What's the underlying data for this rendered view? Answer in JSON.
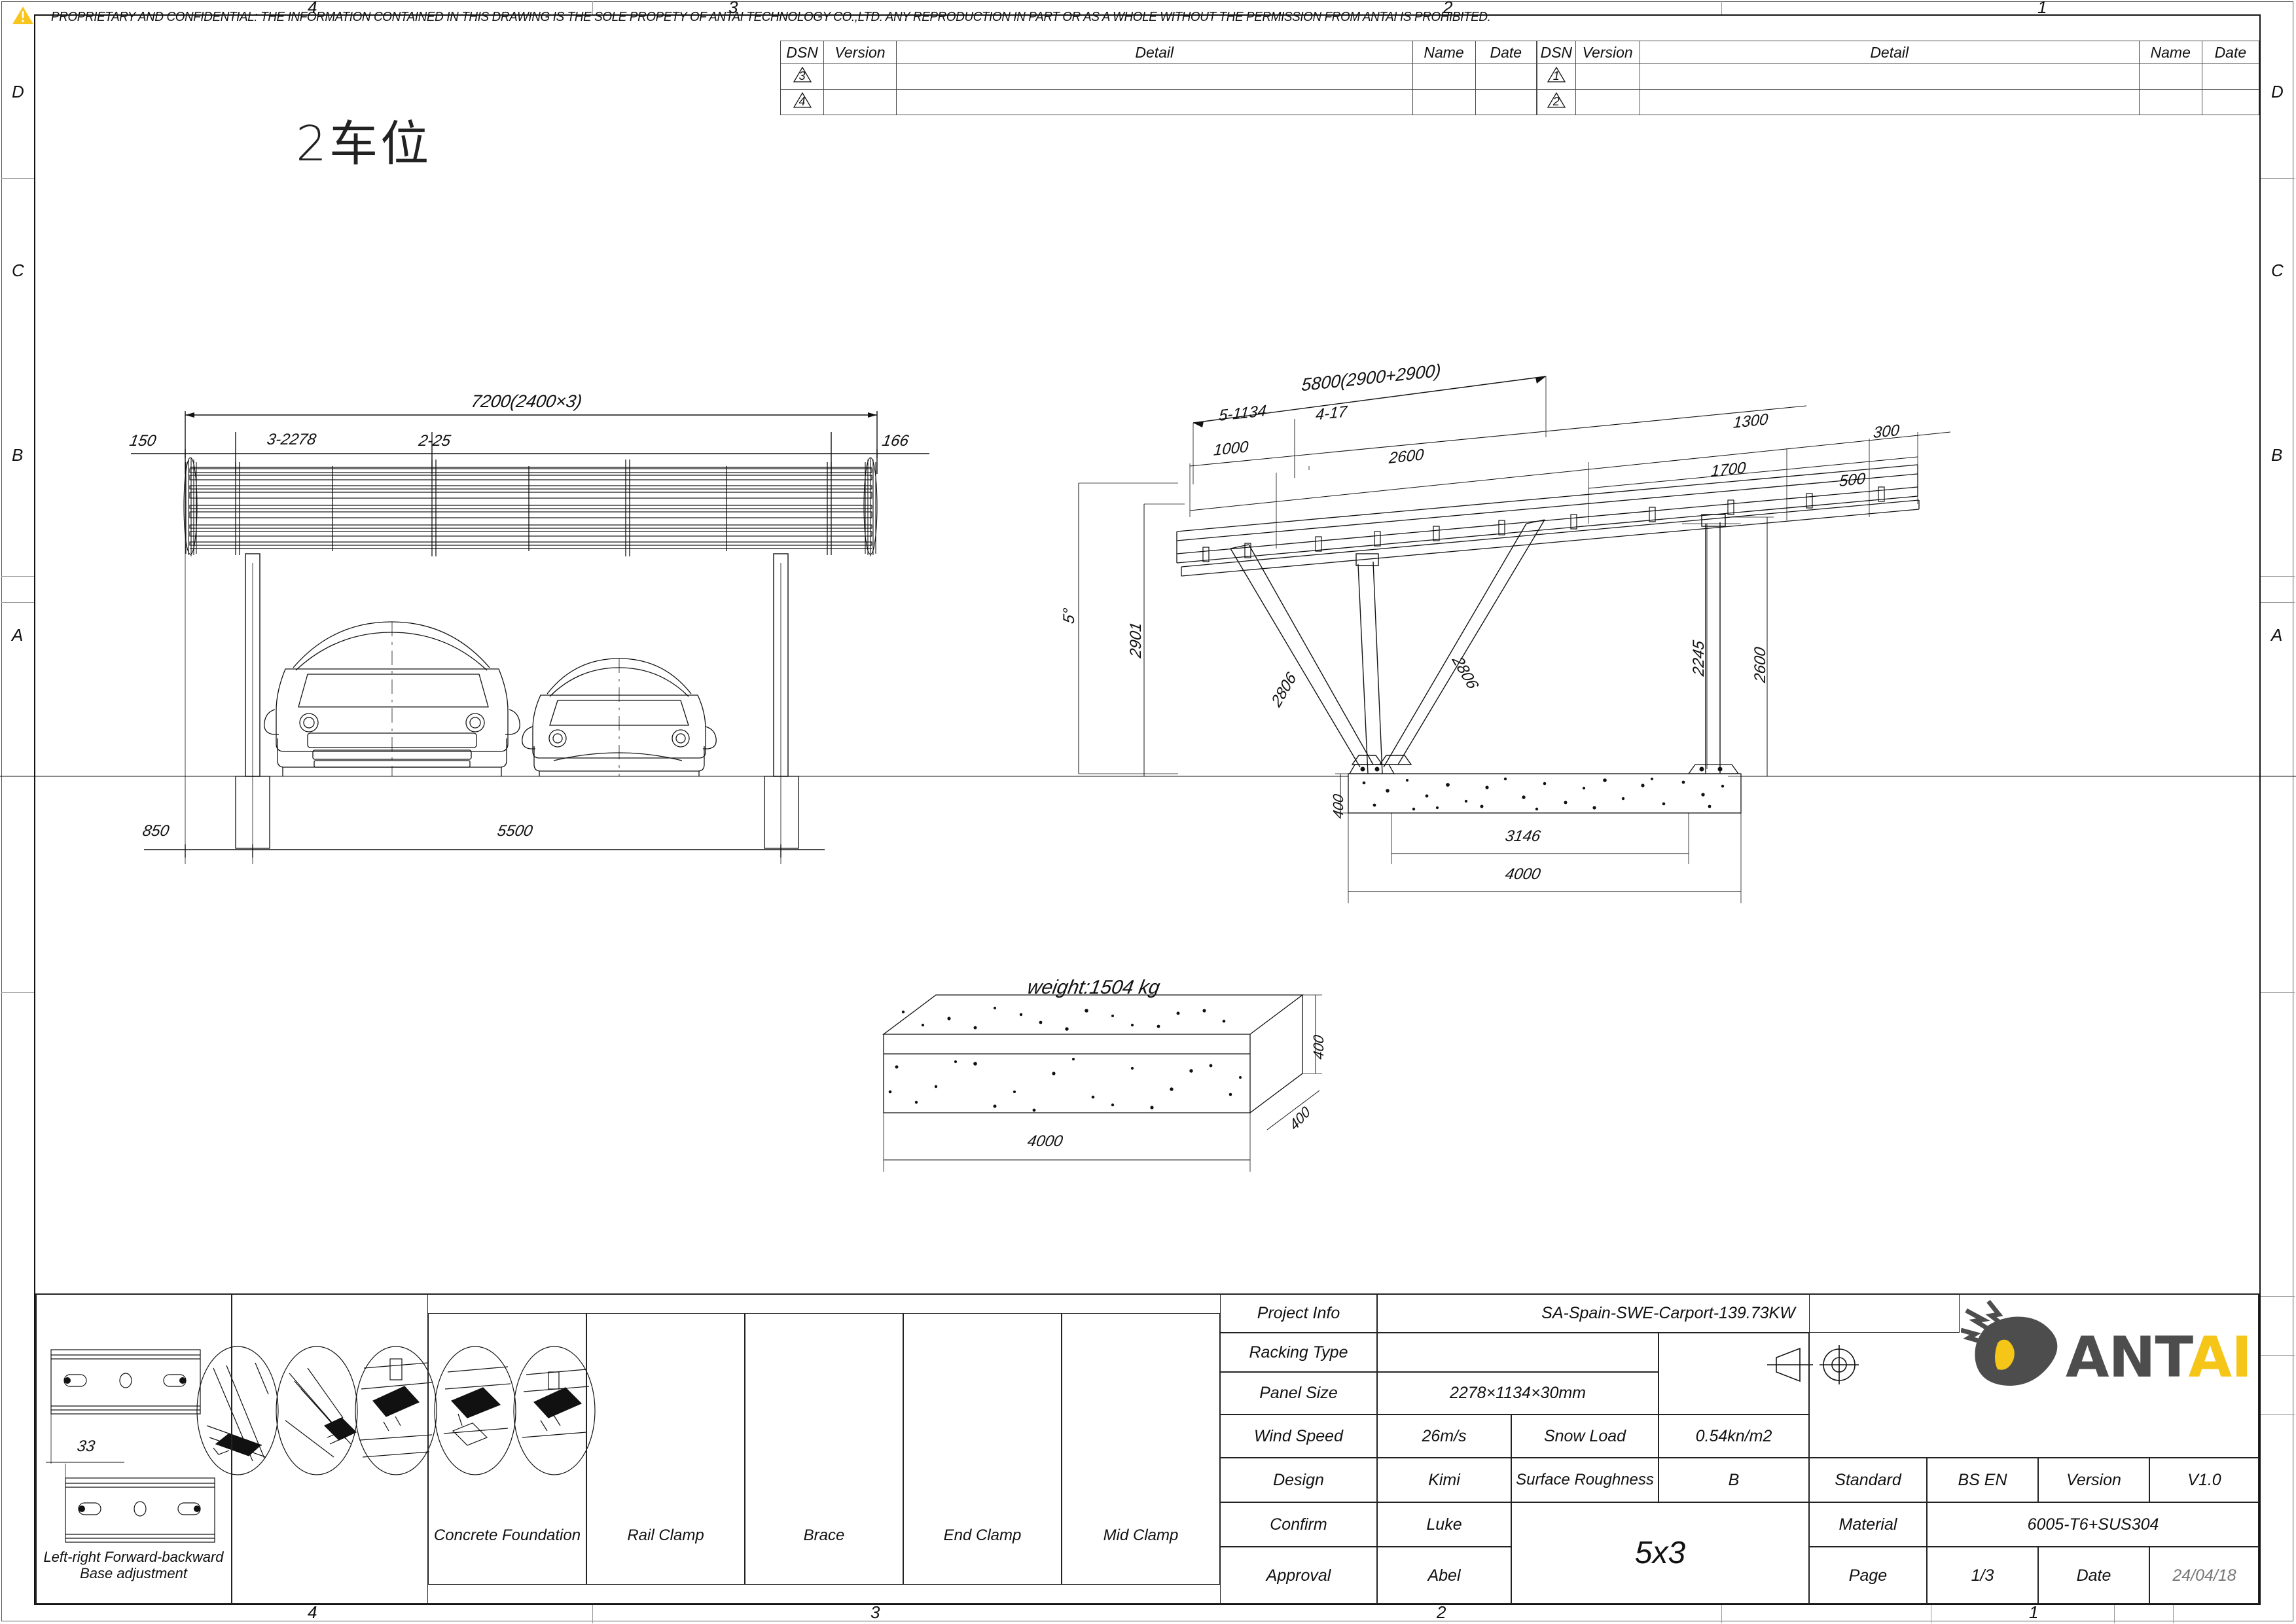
{
  "sheet": {
    "notice": "PROPRIETARY AND CONFIDENTIAL: THE INFORMATION CONTAINED IN THIS DRAWING IS THE SOLE PROPETY OF ANTAI TECHNOLOGY CO.,LTD. ANY REPRODUCTION IN PART OR AS A WHOLE WITHOUT THE PERMISSION FROM ANTAI IS PROHIBITED.",
    "zone_letters": [
      "D",
      "C",
      "B",
      "A"
    ],
    "zone_numbers": [
      "4",
      "3",
      "2",
      "1"
    ],
    "cn_title": "2车位"
  },
  "revision_table": {
    "headers": [
      "DSN",
      "Version",
      "Detail",
      "Name",
      "Date"
    ],
    "left_rows": [
      {
        "dsn": "3",
        "version": "",
        "detail": "",
        "name": "",
        "date": ""
      },
      {
        "dsn": "4",
        "version": "",
        "detail": "",
        "name": "",
        "date": ""
      }
    ],
    "right_rows": [
      {
        "dsn": "1",
        "version": "",
        "detail": "",
        "name": "",
        "date": ""
      },
      {
        "dsn": "2",
        "version": "",
        "detail": "",
        "name": "",
        "date": ""
      }
    ]
  },
  "front_elevation": {
    "overall_width": "7200(2400×3)",
    "left_overhang": "150",
    "panel_run": "3-2278",
    "gap": "2-25",
    "right_overhang": "166",
    "left_edge_to_post": "850",
    "post_span": "5500"
  },
  "side_elevation": {
    "rafter_total": "5800(2900+2900)",
    "panel_count": "5-1134",
    "gap_count": "4-17",
    "dim_1000": "1000",
    "dim_2600_top": "2600",
    "dim_1300": "1300",
    "dim_300": "300",
    "dim_1700": "1700",
    "dim_500": "500",
    "tilt_angle": "5°",
    "front_post_height": "2901",
    "brace_left": "2806",
    "brace_right": "2806",
    "rear_post_height": "2245",
    "clearance": "2600",
    "footing_depth": "400",
    "brace_base_span": "3146",
    "foundation_span": "4000"
  },
  "foundation_block": {
    "weight_label": "weight:1504 kg",
    "length": "4000",
    "height": "400",
    "width": "400"
  },
  "base_adjust": {
    "dimension": "33",
    "caption_line1": "Left-right  Forward-backward",
    "caption_line2": "Base adjustment"
  },
  "detail_thumbs": [
    {
      "label": "Concrete Foundation"
    },
    {
      "label": "Rail Clamp"
    },
    {
      "label": "Brace"
    },
    {
      "label": "End Clamp"
    },
    {
      "label": "Mid Clamp"
    }
  ],
  "title_block": {
    "project_info_label": "Project Info",
    "project_info_value": "SA-Spain-SWE-Carport-139.73KW",
    "racking_type_label": "Racking Type",
    "racking_type_value": "",
    "panel_size_label": "Panel Size",
    "panel_size_value": "2278×1134×30mm",
    "wind_speed_label": "Wind Speed",
    "wind_speed_value": "26m/s",
    "snow_load_label": "Snow Load",
    "snow_load_value": "0.54kn/m2",
    "design_label": "Design",
    "design_value": "Kimi",
    "surface_roughness_label": "Surface Roughness",
    "surface_roughness_value": "B",
    "confirm_label": "Confirm",
    "confirm_value": "Luke",
    "approval_label": "Approval",
    "approval_value": "Abel",
    "array_value": "5x3",
    "standard_label": "Standard",
    "standard_value": "BS EN",
    "version_label": "Version",
    "version_value": "V1.0",
    "material_label": "Material",
    "material_value": "6005-T6+SUS304",
    "page_label": "Page",
    "page_value": "1/3",
    "date_label": "Date",
    "date_value": "24/04/18"
  },
  "brand": {
    "name_dark": "ANT",
    "name_accent": "AI",
    "color_dark": "#4d4d4d",
    "color_accent": "#f5c518"
  }
}
